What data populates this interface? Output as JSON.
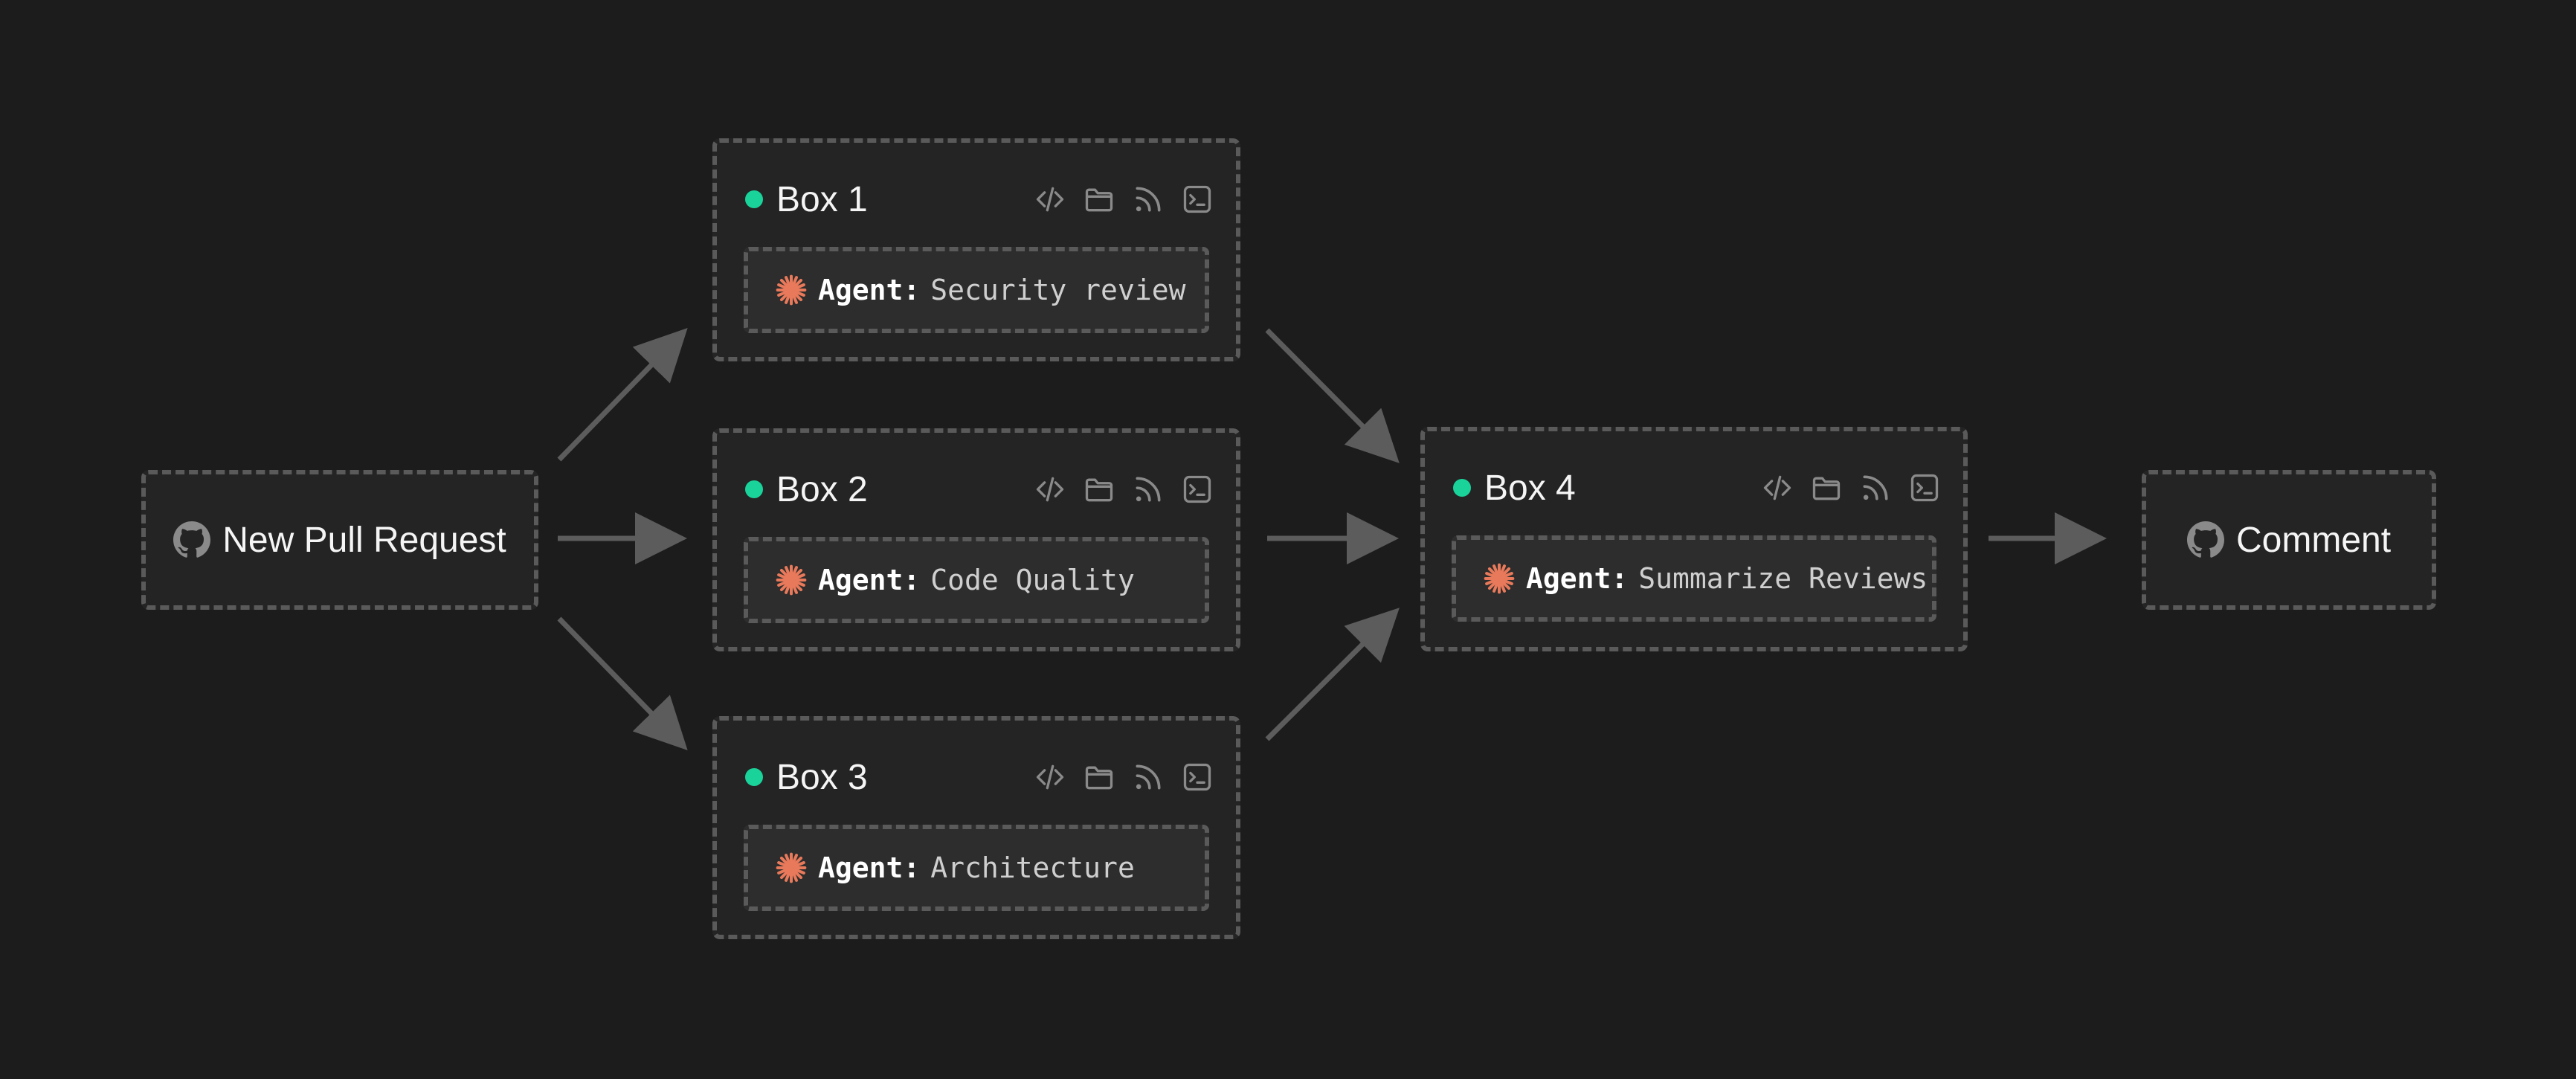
{
  "source": {
    "label": "New Pull Request",
    "icon": "github-icon"
  },
  "target": {
    "label": "Comment",
    "icon": "github-icon"
  },
  "agent_prefix": "Agent:",
  "boxes": [
    {
      "title": "Box 1",
      "agent": "Security review"
    },
    {
      "title": "Box 2",
      "agent": "Code Quality"
    },
    {
      "title": "Box 3",
      "agent": "Architecture"
    },
    {
      "title": "Box 4",
      "agent": "Summarize Reviews"
    }
  ],
  "tool_icons": [
    "code-icon",
    "folder-icon",
    "rss-feed-icon",
    "terminal-icon"
  ],
  "agent_icon": "starburst-icon",
  "colors": {
    "background": "#1c1c1c",
    "status": "#19d39a",
    "agent_accent": "#e8795a",
    "border": "#5a5a5a",
    "arrow": "#5c5c5c",
    "icon": "#8a8a8a"
  }
}
